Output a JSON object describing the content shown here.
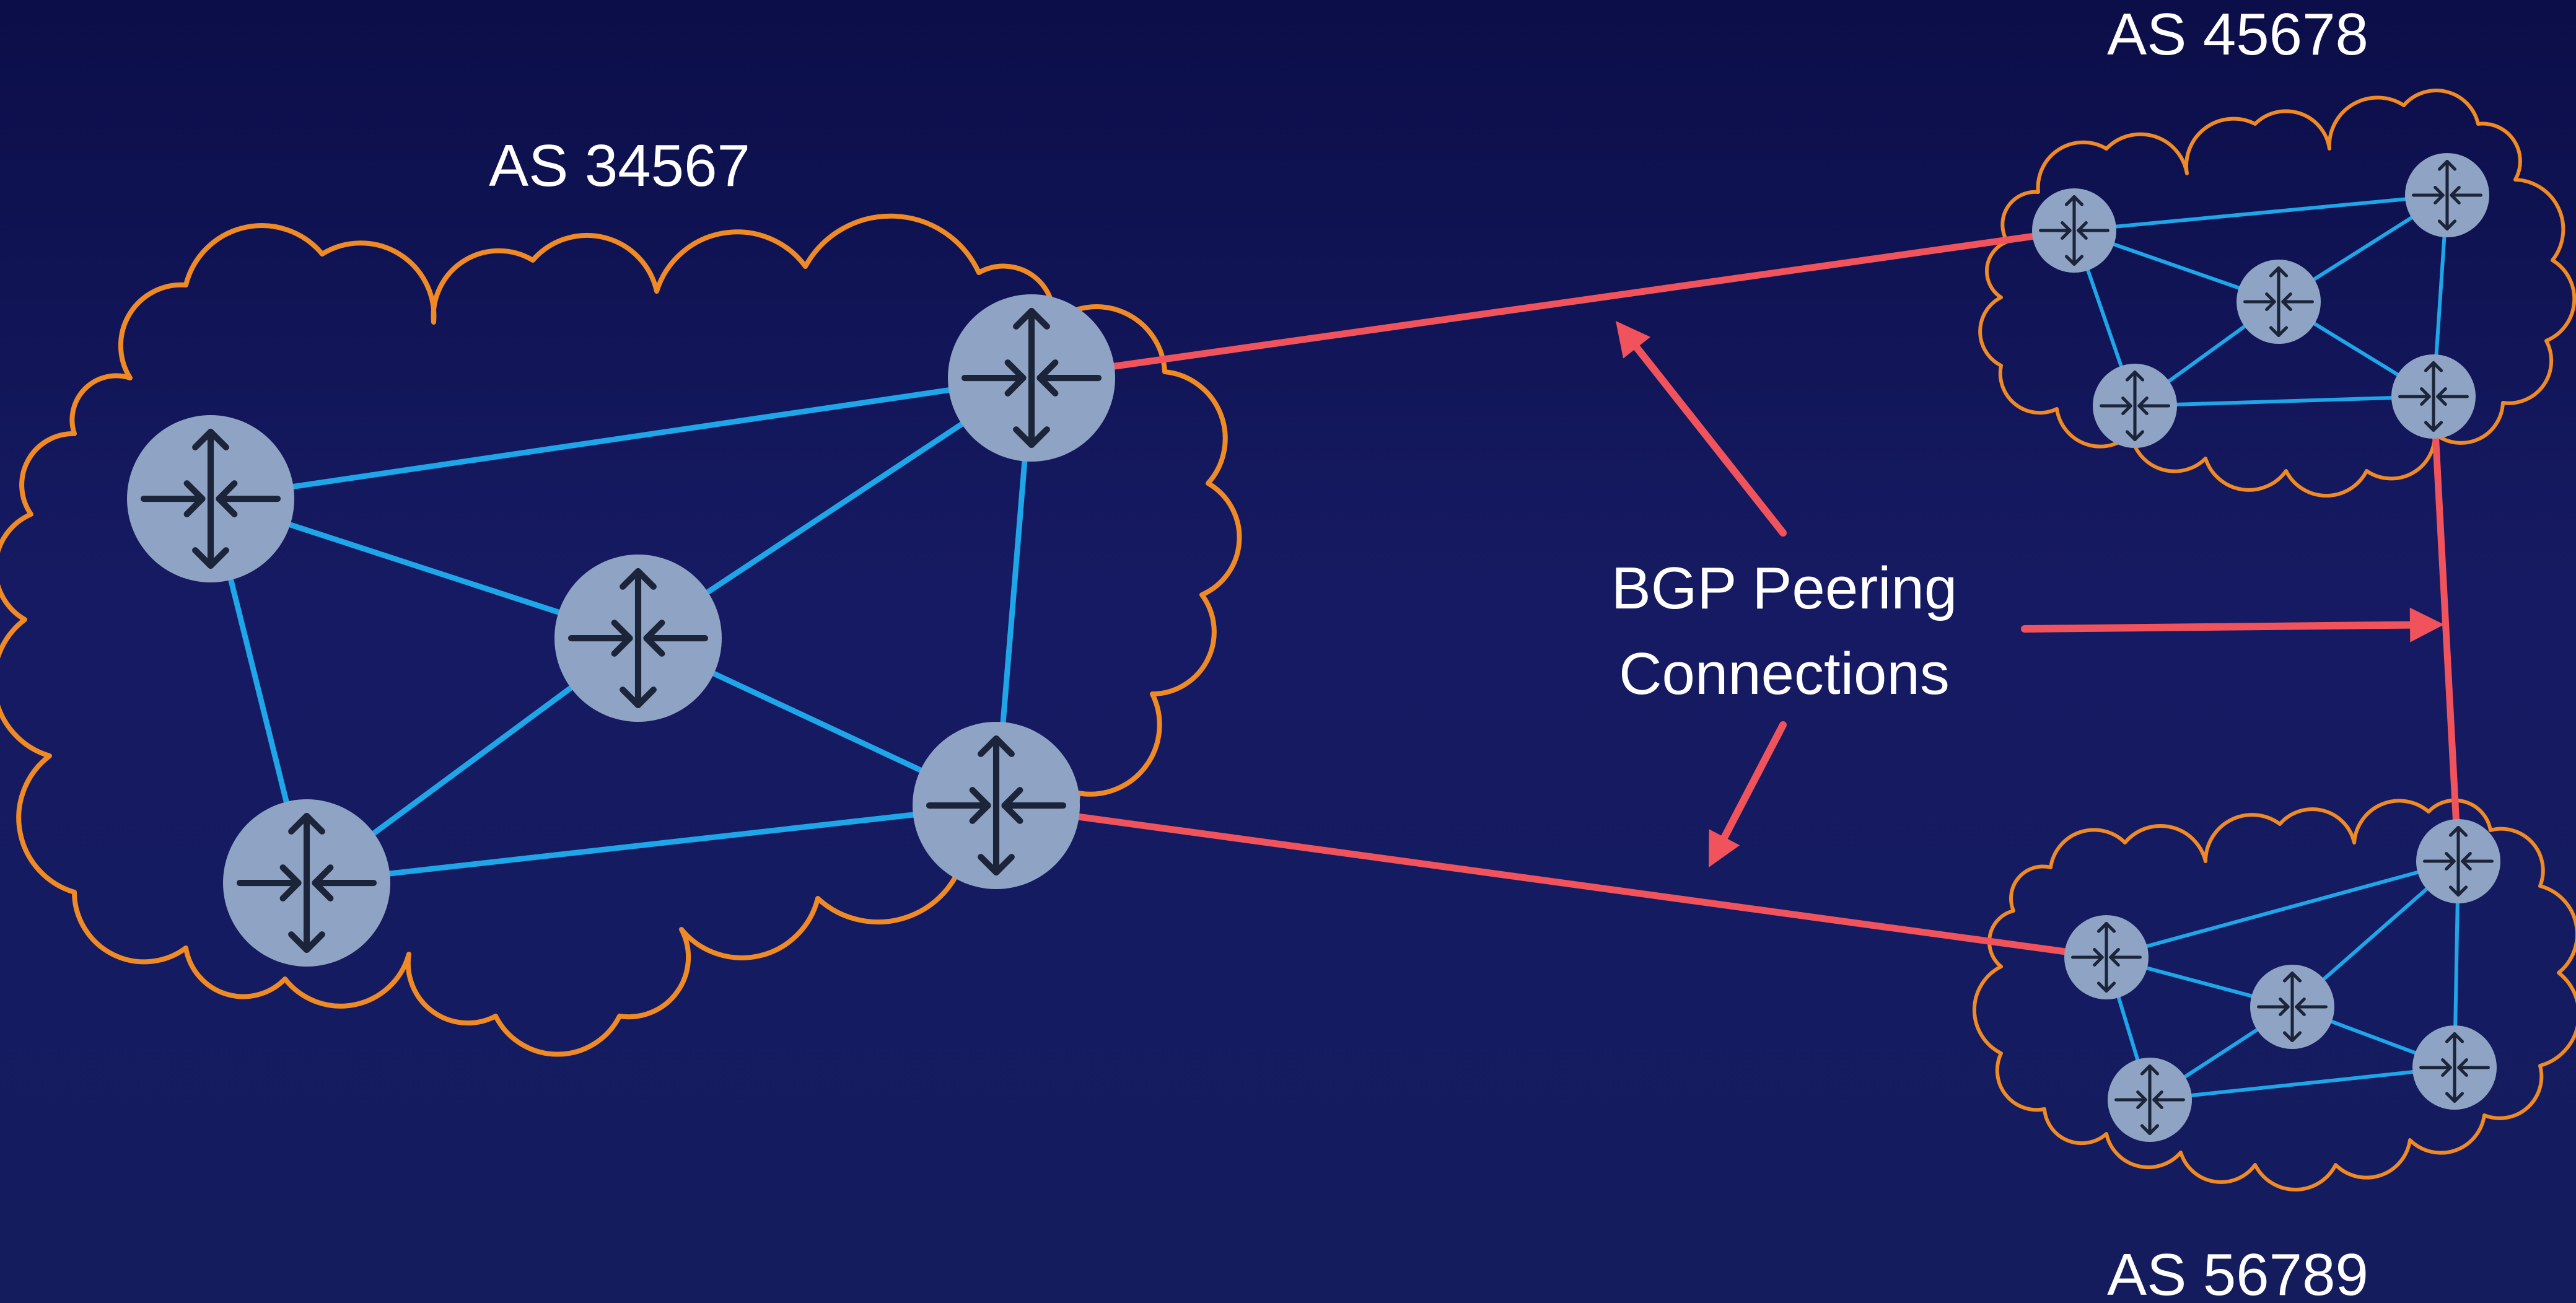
{
  "colors": {
    "background": "#141a5c",
    "cloud_outline": "#f08a24",
    "internal_link": "#1fa6e8",
    "bgp_link": "#f0535b",
    "router_fill": "#8fa4c4",
    "router_icon": "#1b2438",
    "label_text": "#ffffff"
  },
  "autonomous_systems": [
    {
      "id": "as1",
      "label": "AS 34567"
    },
    {
      "id": "as2",
      "label": "AS 45678"
    },
    {
      "id": "as3",
      "label": "AS 56789"
    }
  ],
  "callout": {
    "line1": "BGP Peering",
    "line2": "Connections"
  },
  "icons": {
    "router": "router-arrows-icon"
  }
}
